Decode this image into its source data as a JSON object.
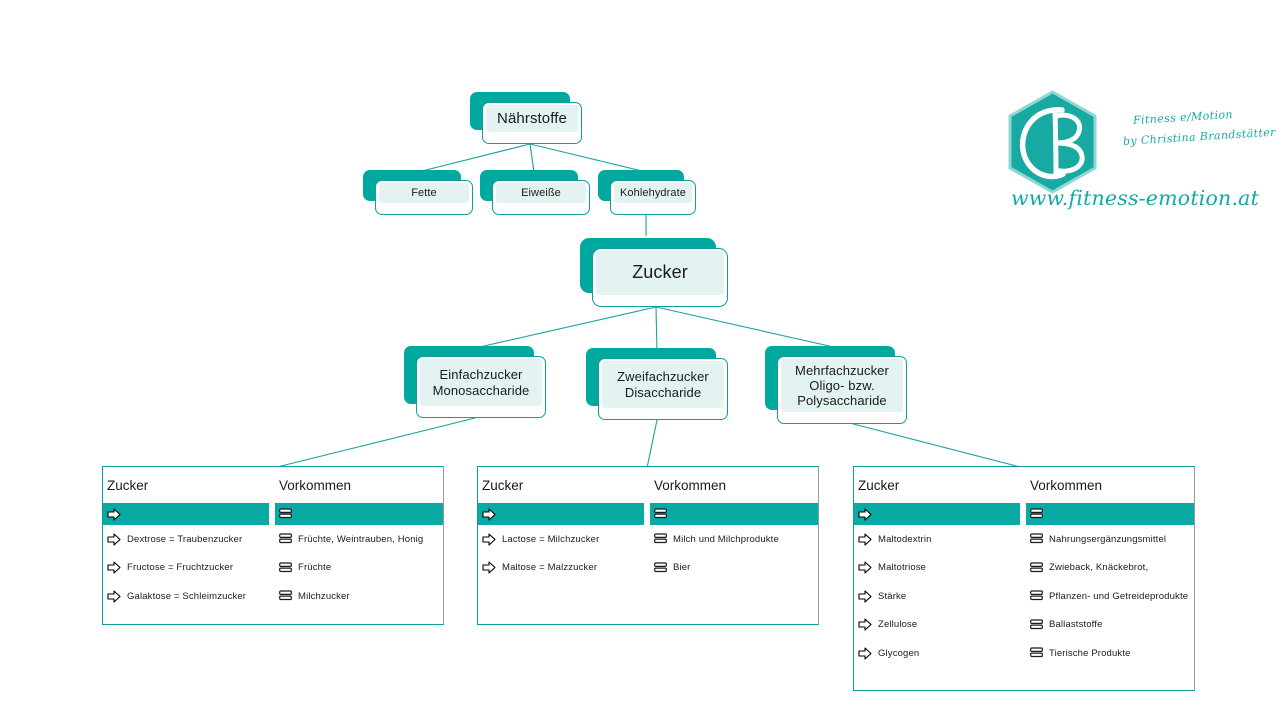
{
  "diagram": {
    "title": "Nährstoffe / Zucker Mindmap",
    "accent_teal": "#00a9a0",
    "bar_teal": "#09aaa4",
    "node_fill": "#e3f3f1",
    "border_teal": "#0f9e9b",
    "text_color": "#1b1b1b"
  },
  "nodes": {
    "root": {
      "label": "Nährstoffe"
    },
    "level2": [
      {
        "label": "Fette"
      },
      {
        "label": "Eiweiße"
      },
      {
        "label": "Kohlehydrate"
      }
    ],
    "zucker": {
      "label": "Zucker"
    },
    "level3": [
      {
        "label": "Einfachzucker\nMonosaccharide"
      },
      {
        "label": "Zweifachzucker\nDisaccharide"
      },
      {
        "label": "Mehrfachzucker\nOligo- bzw.\nPolysaccharide"
      }
    ]
  },
  "tables": [
    {
      "headers": [
        "Zucker",
        "Vorkommen"
      ],
      "rows": [
        {
          "zucker": "Dextrose = Traubenzucker",
          "vorkommen": "Früchte, Weintrauben, Honig"
        },
        {
          "zucker": "Fructose = Fruchtzucker",
          "vorkommen": "Früchte"
        },
        {
          "zucker": "Galaktose = Schleimzucker",
          "vorkommen": "Milchzucker"
        }
      ]
    },
    {
      "headers": [
        "Zucker",
        "Vorkommen"
      ],
      "rows": [
        {
          "zucker": "Lactose = Milchzucker",
          "vorkommen": "Milch und Milchprodukte"
        },
        {
          "zucker": "Maltose = Malzzucker",
          "vorkommen": "Bier"
        }
      ]
    },
    {
      "headers": [
        "Zucker",
        "Vorkommen"
      ],
      "rows": [
        {
          "zucker": "Maltodextrin",
          "vorkommen": "Nahrungsergänzungsmittel"
        },
        {
          "zucker": "Maltotriose",
          "vorkommen": "Zwieback, Knäckebrot,"
        },
        {
          "zucker": "Stärke",
          "vorkommen": "Pflanzen- und Getreideprodukte"
        },
        {
          "zucker": "Zellulose",
          "vorkommen": "Ballaststoffe"
        },
        {
          "zucker": "Glycogen",
          "vorkommen": "Tierische Produkte"
        }
      ]
    }
  ],
  "icons": {
    "zucker_bullet": "arrow-right-icon",
    "vorkommen_bullet": "stacked-layers-icon"
  },
  "logo": {
    "monogram": "CB",
    "script_line1": "Fitness e/Motion",
    "script_line2": "by Christina Brandstätter",
    "url": "www.fitness-emotion.at",
    "color": "#18a9a6"
  }
}
